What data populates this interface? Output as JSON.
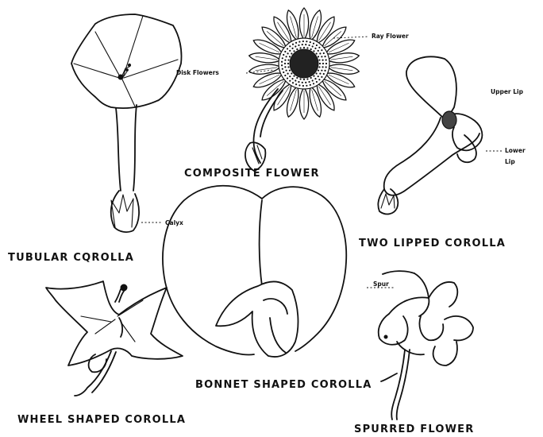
{
  "captions": {
    "tubular": "TUBULAR CQROLLA",
    "composite": "COMPOSITE FLOWER",
    "two_lipped": "TWO LIPPED COROLLA",
    "wheel": "WHEEL SHAPED COROLLA",
    "bonnet": "BONNET SHAPED COROLLA",
    "spurred": "SPURRED FLOWER"
  },
  "labels": {
    "calyx": "Calyx",
    "ray_flower": "Ray Flower",
    "disk_flowers": "Disk Flowers",
    "upper_lip": "Upper Lip",
    "lower_lip_1": "Lower",
    "lower_lip_2": "Lip",
    "spur": "Spur"
  }
}
